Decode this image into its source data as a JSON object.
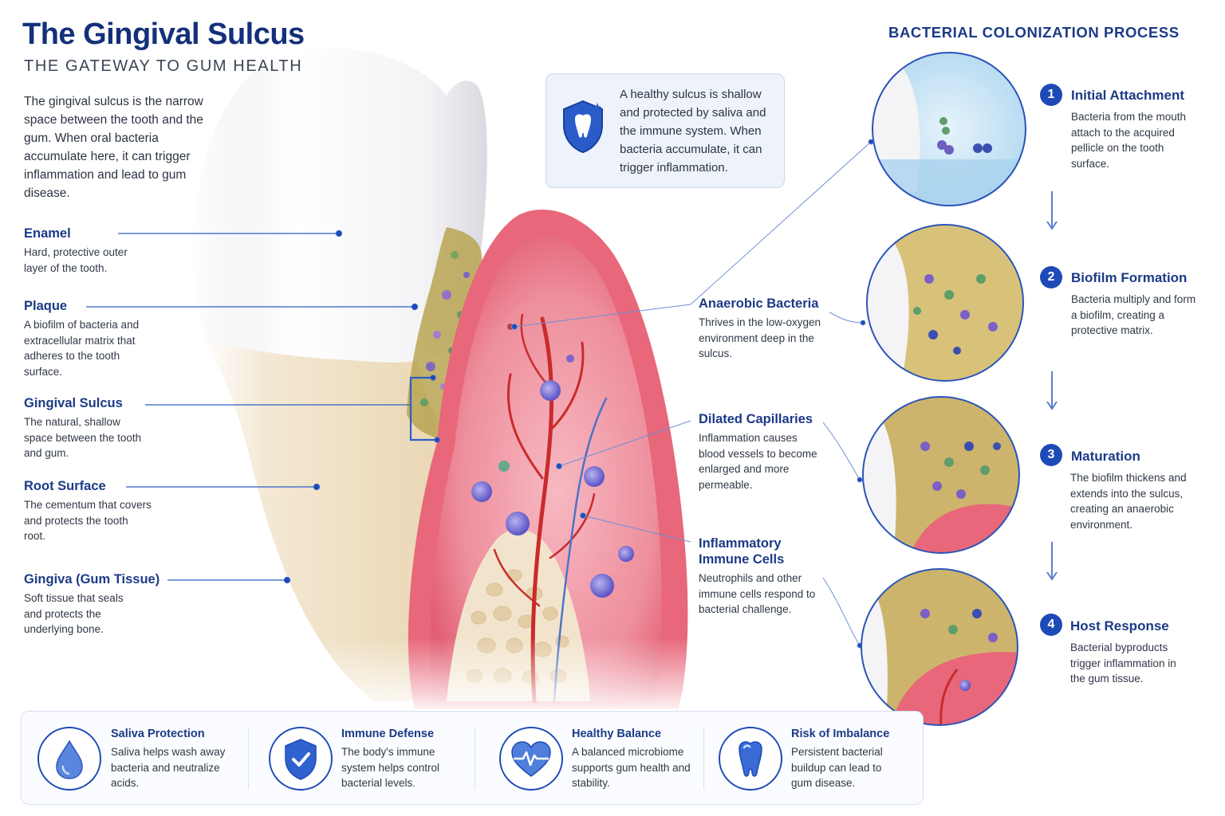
{
  "header": {
    "title": "The Gingival Sulcus",
    "subtitle": "THE GATEWAY TO GUM HEALTH",
    "intro": "The gingival sulcus is the narrow space between the tooth and the gum. When oral bacteria accumulate here, it can trigger inflammation and lead to gum disease."
  },
  "callout": {
    "icon": "shield-tooth-icon",
    "text": "A healthy sulcus is shallow and protected by saliva and the immune system. When bacteria accumulate, it can trigger inflammation."
  },
  "left_labels": [
    {
      "title": "Enamel",
      "desc": "Hard, protective outer layer of the tooth."
    },
    {
      "title": "Plaque",
      "desc": "A biofilm of bacteria and extracellular matrix that adheres to the tooth surface."
    },
    {
      "title": "Gingival Sulcus",
      "desc": "The natural, shallow space between the tooth and gum."
    },
    {
      "title": "Root Surface",
      "desc": "The cementum that covers and protects the tooth root."
    },
    {
      "title": "Gingiva (Gum Tissue)",
      "desc": "Soft tissue that seals and protects the underlying bone."
    }
  ],
  "mid_labels": [
    {
      "title": "Anaerobic Bacteria",
      "desc": "Thrives in the low-oxygen environment deep in the sulcus."
    },
    {
      "title": "Dilated Capillaries",
      "desc": "Inflammation causes blood vessels to become enlarged and more permeable."
    },
    {
      "title": "Inflammatory Immune Cells",
      "desc": "Neutrophils and other immune cells respond to bacterial challenge."
    }
  ],
  "process": {
    "title": "BACTERIAL COLONIZATION PROCESS",
    "steps": [
      {
        "num": "1",
        "title": "Initial Attachment",
        "desc": "Bacteria from the mouth attach to the acquired pellicle on the tooth surface."
      },
      {
        "num": "2",
        "title": "Biofilm Formation",
        "desc": "Bacteria multiply and form a biofilm, creating a protective matrix."
      },
      {
        "num": "3",
        "title": "Maturation",
        "desc": "The biofilm thickens and extends into the sulcus, creating an anaerobic environment."
      },
      {
        "num": "4",
        "title": "Host Response",
        "desc": "Bacterial byproducts trigger inflammation in the gum tissue."
      }
    ]
  },
  "bottom": [
    {
      "icon": "water-drop-icon",
      "title": "Saliva Protection",
      "desc": "Saliva helps wash away bacteria and neutralize acids."
    },
    {
      "icon": "shield-check-icon",
      "title": "Immune Defense",
      "desc": "The body's immune system helps control bacterial levels."
    },
    {
      "icon": "heart-pulse-icon",
      "title": "Healthy Balance",
      "desc": "A balanced microbiome supports gum health and stability."
    },
    {
      "icon": "tooth-icon",
      "title": "Risk of Imbalance",
      "desc": "Persistent bacterial buildup can lead to gum disease."
    }
  ],
  "colors": {
    "accent": "#1e4ab8",
    "heading": "#14307a",
    "gum": "#e8677a",
    "enamel": "#f6f6f8",
    "root": "#f0e2c8",
    "plaque": "#b8a24e"
  }
}
